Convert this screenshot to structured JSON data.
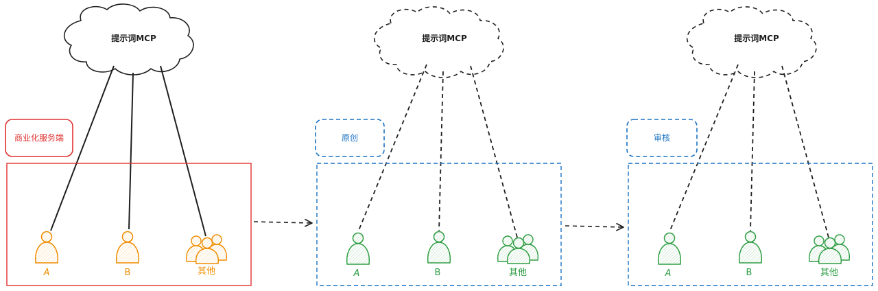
{
  "colors": {
    "stroke": "#1e1e1e",
    "red": "#e03131",
    "blue": "#1971c2",
    "orange": "#f08c00",
    "green": "#2f9e44"
  },
  "panels": [
    {
      "cloud_label": "提示词MCP",
      "tag_label": "商业化服务端",
      "style": "solid",
      "users": [
        {
          "label": "A",
          "icon": "person-icon"
        },
        {
          "label": "B",
          "icon": "person-icon"
        },
        {
          "label": "其他",
          "icon": "group-icon"
        }
      ]
    },
    {
      "cloud_label": "提示词MCP",
      "tag_label": "原创",
      "style": "dashed",
      "users": [
        {
          "label": "A",
          "icon": "person-icon"
        },
        {
          "label": "B",
          "icon": "person-icon"
        },
        {
          "label": "其他",
          "icon": "group-icon"
        }
      ]
    },
    {
      "cloud_label": "提示词MCP",
      "tag_label": "审核",
      "style": "dashed",
      "users": [
        {
          "label": "A",
          "icon": "person-icon"
        },
        {
          "label": "B",
          "icon": "person-icon"
        },
        {
          "label": "其他",
          "icon": "group-icon"
        }
      ]
    }
  ]
}
